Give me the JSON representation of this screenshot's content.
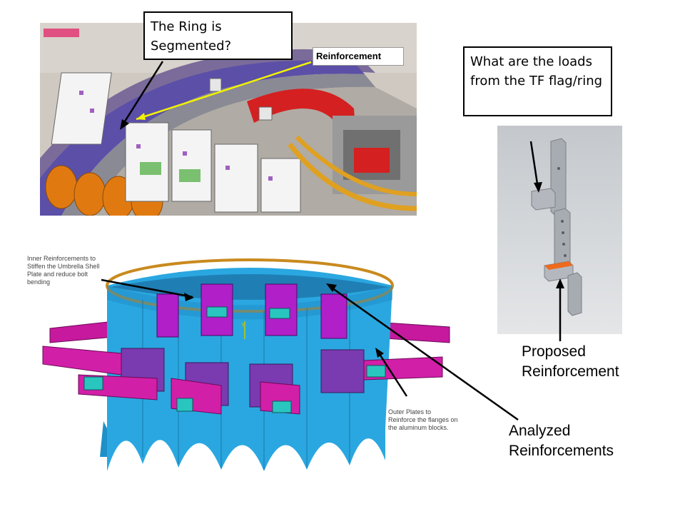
{
  "callouts": {
    "ring_segmented": "The Ring is Segmented?",
    "loads_question": "What are the loads from the TF flag/ring"
  },
  "photo_labels": {
    "reinforcement_tag": "Reinforcement"
  },
  "fea_notes": {
    "inner": "Inner Reinforcements to Stiffen the Umbrella Shell Plate and reduce bolt bending",
    "outer": "Outer Plates to Reinforce the flanges on the aluminum blocks."
  },
  "labels": {
    "proposed": "Proposed Reinforcement",
    "analyzed": "Analyzed Reinforcements"
  },
  "colors": {
    "ring_purple": "#5b4fa8",
    "shell_blue": "#2aa7e0",
    "magenta": "#d21fa8",
    "bracket_gray": "#b8bcc4",
    "red_strap": "#d42020",
    "bus_orange": "#e08a1a"
  }
}
